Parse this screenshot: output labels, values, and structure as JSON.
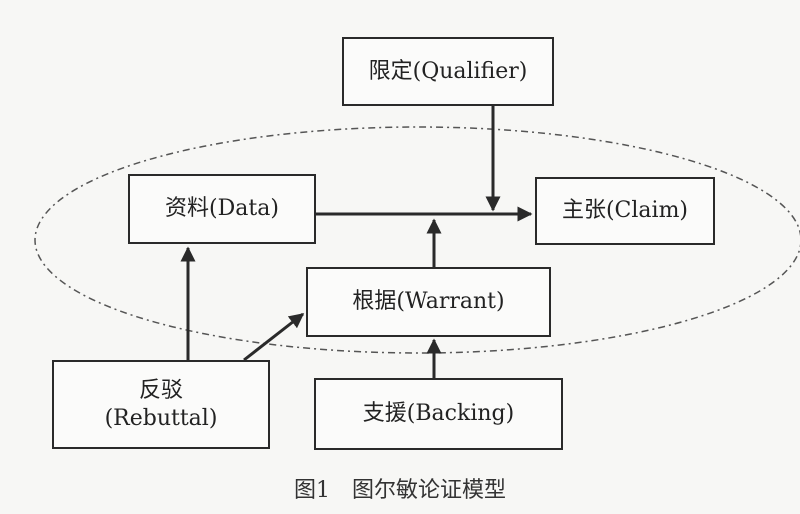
{
  "nodes": {
    "qualifier": {
      "label": "限定(Qualifier)"
    },
    "data": {
      "label": "资料(Data)"
    },
    "claim": {
      "label": "主张(Claim)"
    },
    "warrant": {
      "label": "根据(Warrant)"
    },
    "rebuttal": {
      "line1": "反驳",
      "line2": "(Rebuttal)"
    },
    "backing": {
      "label": "支援(Backing)"
    }
  },
  "caption": "图1　图尔敏论证模型",
  "colors": {
    "stroke": "#2a2a2a",
    "dash": "#555555",
    "text": "#222222"
  }
}
